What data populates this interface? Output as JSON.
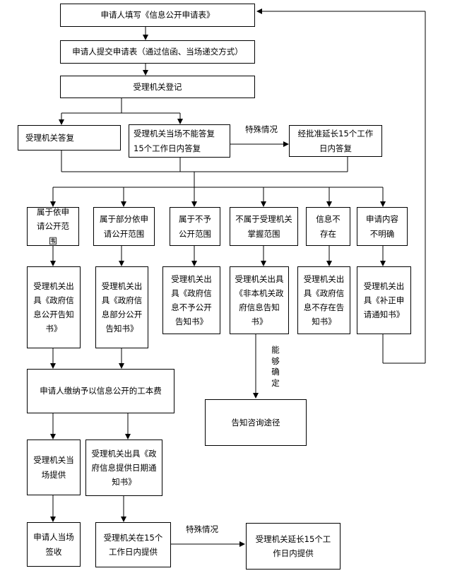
{
  "nodes": {
    "n1": "申请人填写《信息公开申请表》",
    "n2": "申请人提交申请表（通过信函、当场递交方式）",
    "n3": "受理机关登记",
    "n4": "受理机关答复",
    "n5": "受理机关当场不能答复 15个工作日内答复",
    "n6": "经批准延长15个工作日内答复",
    "c1": "属于依申请公开范围",
    "c2": "属于部分依申请公开范围",
    "c3": "属于不予公开范围",
    "c4": "不属于受理机关掌握范围",
    "c5": "信息不存在",
    "c6": "申请内容不明确",
    "r1": "受理机关出具《政府信息公开告知书》",
    "r2": "受理机关出具《政府信息部分公开告知书》",
    "r3": "受理机关出具《政府信息不予公开告知书》",
    "r4": "受理机关出具《非本机关政府信息告知书》",
    "r5": "受理机关出具《政府信息不存在告知书》",
    "r6": "受理机关出具《补正申请通知书》",
    "fee": "申请人缴纳予以信息公开的工本费",
    "consult": "告知咨询途径",
    "p1": "受理机关当场提供",
    "p2": "受理机关出具《政府信息提供日期通知书》",
    "s1": "申请人当场签收",
    "s2": "受理机关在15个工作日内提供",
    "s3": "受理机关延长15个工作日内提供"
  },
  "labels": {
    "special1": "特殊情况",
    "special2": "特殊情况",
    "can_determine": "能够确定"
  },
  "colors": {
    "line": "#000000",
    "box_fill": "#ffffff"
  }
}
